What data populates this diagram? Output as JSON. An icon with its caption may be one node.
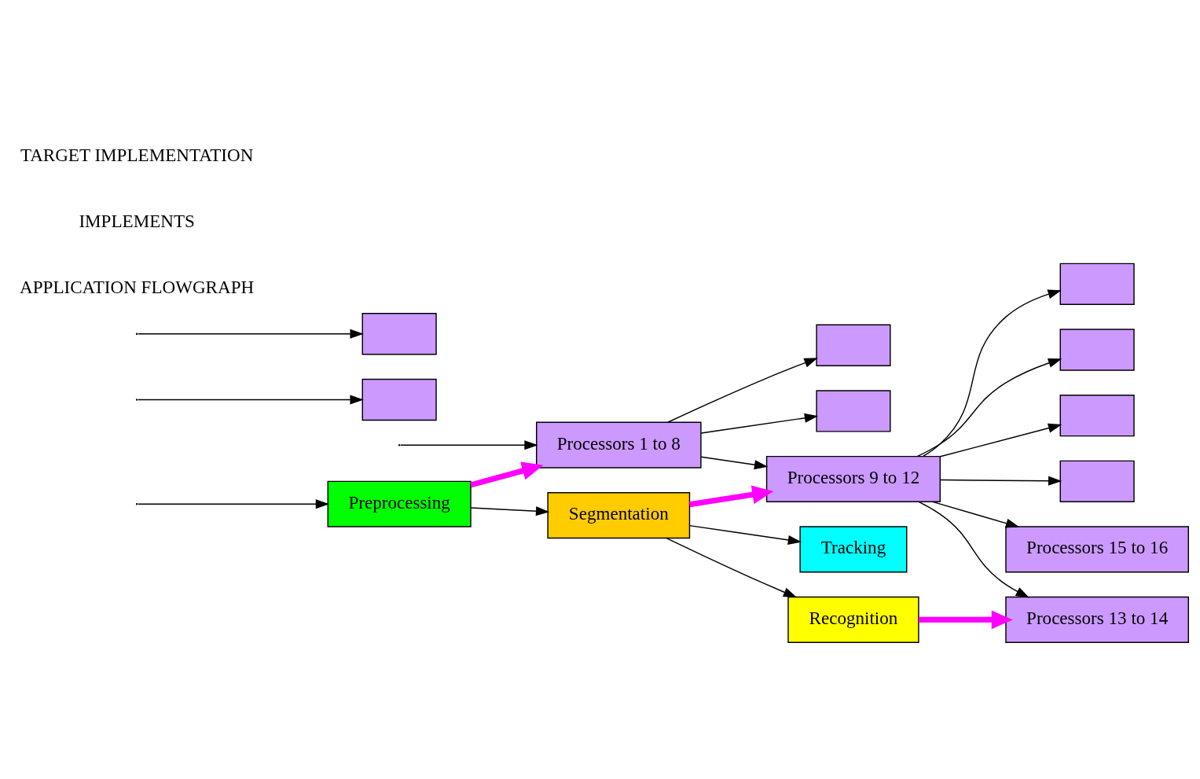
{
  "diagram": {
    "nodes": [
      {
        "text": [
          "Preprocessing"
        ]
      },
      {
        "text": [
          "Segmentation"
        ]
      },
      {
        "text": [
          "Tracking"
        ]
      },
      {
        "text": [
          "Recognition"
        ]
      },
      {
        "text": [],
        "shape": "box"
      },
      {
        "text": [],
        "shape": "box"
      },
      {
        "text": [
          "Processors 1 to 8"
        ]
      },
      {
        "text": [],
        "shape": "box"
      },
      {
        "text": [],
        "shape": "box"
      },
      {
        "text": [
          "Processors 9 to 12"
        ]
      },
      {
        "text": [],
        "shape": "box"
      },
      {
        "text": [],
        "shape": "box"
      },
      {
        "text": [
          "Processors 13 to 14"
        ]
      },
      {
        "text": [],
        "shape": "box"
      },
      {
        "text": [],
        "shape": "box"
      },
      {
        "text": [
          "Processors 15 to 16"
        ]
      }
    ],
    "edges": [
      {
        "from": null,
        "to": 0,
        "arrow": "to"
      },
      {
        "from": 0,
        "to": 1,
        "arrow": "to"
      },
      {
        "from": 1,
        "to": 2,
        "arrow": "to"
      },
      {
        "from": 1,
        "to": 3,
        "arrow": "to"
      },
      {
        "from": 0,
        "to": 6,
        "arrow": "to",
        "style": "thick",
        "color": "#ff00ff"
      },
      {
        "from": 1,
        "to": 9,
        "arrow": "to",
        "style": "thick",
        "color": "#ff00ff"
      },
      {
        "from": 3,
        "to": 12,
        "arrow": "to",
        "style": "thick",
        "color": "#ff00ff"
      },
      {
        "from": null,
        "to": 4,
        "arrow": "to"
      },
      {
        "from": null,
        "to": 5,
        "arrow": "to"
      },
      {
        "from": null,
        "to": 6,
        "arrow": "to"
      },
      {
        "from": 6,
        "to": 7,
        "arrow": "to"
      },
      {
        "from": 6,
        "to": 8,
        "arrow": "to"
      },
      {
        "from": 6,
        "to": 9,
        "arrow": "to"
      },
      {
        "from": 9,
        "to": 10,
        "arrow": "to"
      },
      {
        "from": 9,
        "to": 11,
        "arrow": "to"
      },
      {
        "from": 9,
        "to": 12,
        "arrow": "to"
      },
      {
        "from": 9,
        "to": 13,
        "arrow": "to"
      },
      {
        "from": 9,
        "to": 14,
        "arrow": "to"
      },
      {
        "from": 9,
        "to": 15,
        "arrow": "to"
      }
    ],
    "labels": [
      "APPLICATION FLOWGRAPH",
      "IMPLEMENTS",
      "TARGET IMPLEMENTATION"
    ]
  }
}
